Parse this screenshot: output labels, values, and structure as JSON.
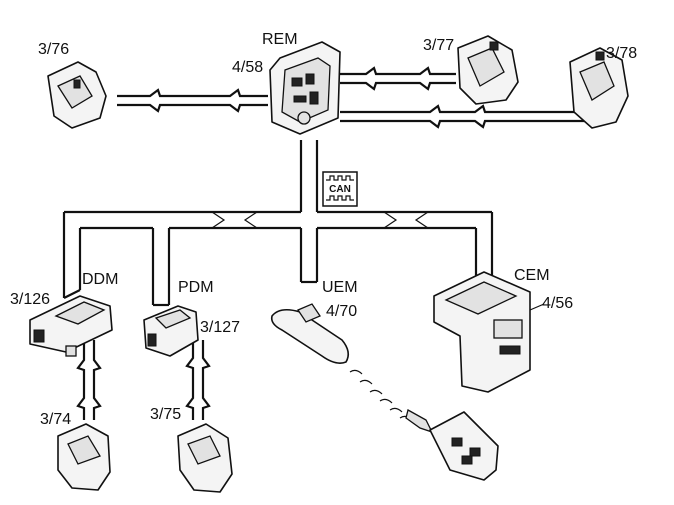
{
  "labels": {
    "rem": "REM",
    "rem_code": "4/58",
    "c376": "3/76",
    "c377": "3/77",
    "c378": "3/78",
    "ddm": "DDM",
    "c3126": "3/126",
    "pdm": "PDM",
    "c3127": "3/127",
    "uem": "UEM",
    "c470": "4/70",
    "cem": "CEM",
    "c456": "4/56",
    "c374": "3/74",
    "c375": "3/75",
    "can": "CAN"
  }
}
